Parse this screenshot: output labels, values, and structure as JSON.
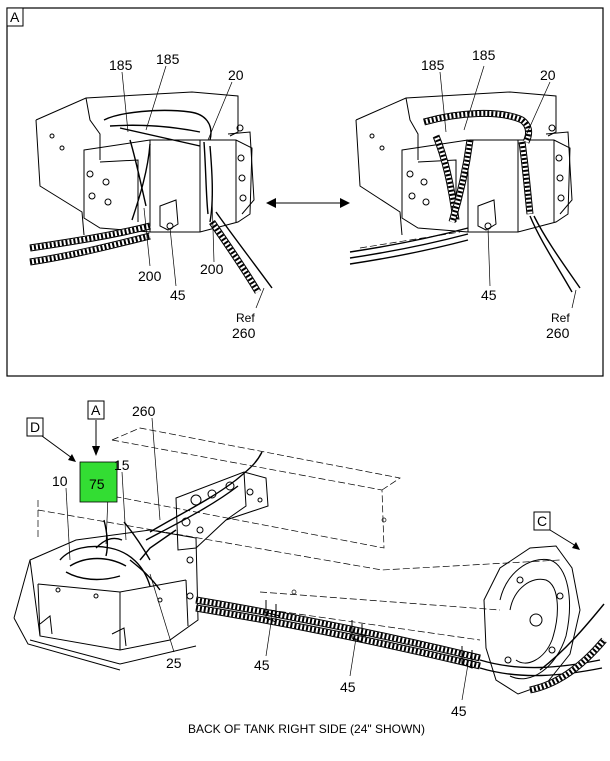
{
  "panel_a": {
    "frame_label": "A",
    "left_view": {
      "labels": [
        "185",
        "185",
        "20",
        "200",
        "45",
        "200",
        "Ref",
        "260"
      ]
    },
    "right_view": {
      "labels": [
        "185",
        "185",
        "20",
        "45",
        "Ref",
        "260"
      ]
    }
  },
  "main_view": {
    "callout_a": "A",
    "callout_d": "D",
    "callout_c": "C",
    "highlight_label": "75",
    "highlight_color": "#33dd33",
    "labels": {
      "l260": "260",
      "l15": "15",
      "l10": "10",
      "l25": "25",
      "l45a": "45",
      "l45b": "45",
      "l45c": "45"
    },
    "caption": "BACK OF TANK RIGHT SIDE (24\" SHOWN)"
  }
}
